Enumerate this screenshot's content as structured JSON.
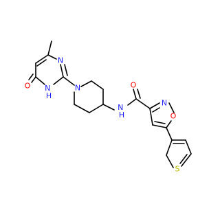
{
  "colors": {
    "bond": "#000000",
    "nitrogen": "#2020ff",
    "oxygen": "#ff0000",
    "sulfur": "#b8b800",
    "background": "#ffffff"
  },
  "atoms": {
    "o_pyrimidinone": "O",
    "n_ring_top": "N",
    "nh_ring": "N\nH",
    "n_piperidine": "N",
    "nh_amide": "N\nH",
    "o_amide": "O",
    "n_isoxazole": "N",
    "o_isoxazole": "O",
    "s_thiophene": "S"
  }
}
